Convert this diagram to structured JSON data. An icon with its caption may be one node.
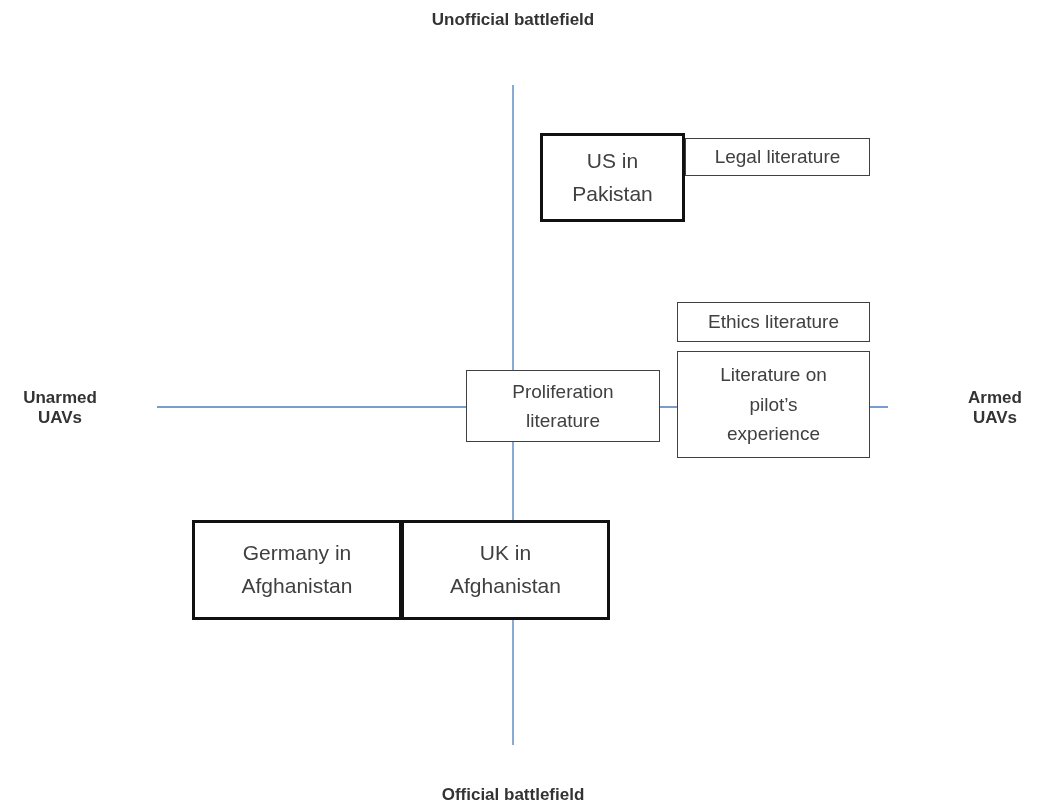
{
  "diagram": {
    "nodes": [
      {
        "text": [
          "US in Pakistan"
        ]
      },
      {
        "text": [
          "Legal literature"
        ]
      },
      {
        "text": [
          "Ethics literature"
        ]
      },
      {
        "text": [
          "Proliferation literature"
        ]
      },
      {
        "text": [
          "Literature on pilot’s experience"
        ]
      },
      {
        "text": [
          "Germany in Afghanistan"
        ]
      },
      {
        "text": [
          "UK in Afghanistan"
        ]
      }
    ],
    "labels": [
      "Unofficial battlefield",
      "Unarmed UAVs",
      "Armed UAVs",
      "Official battlefield"
    ]
  }
}
